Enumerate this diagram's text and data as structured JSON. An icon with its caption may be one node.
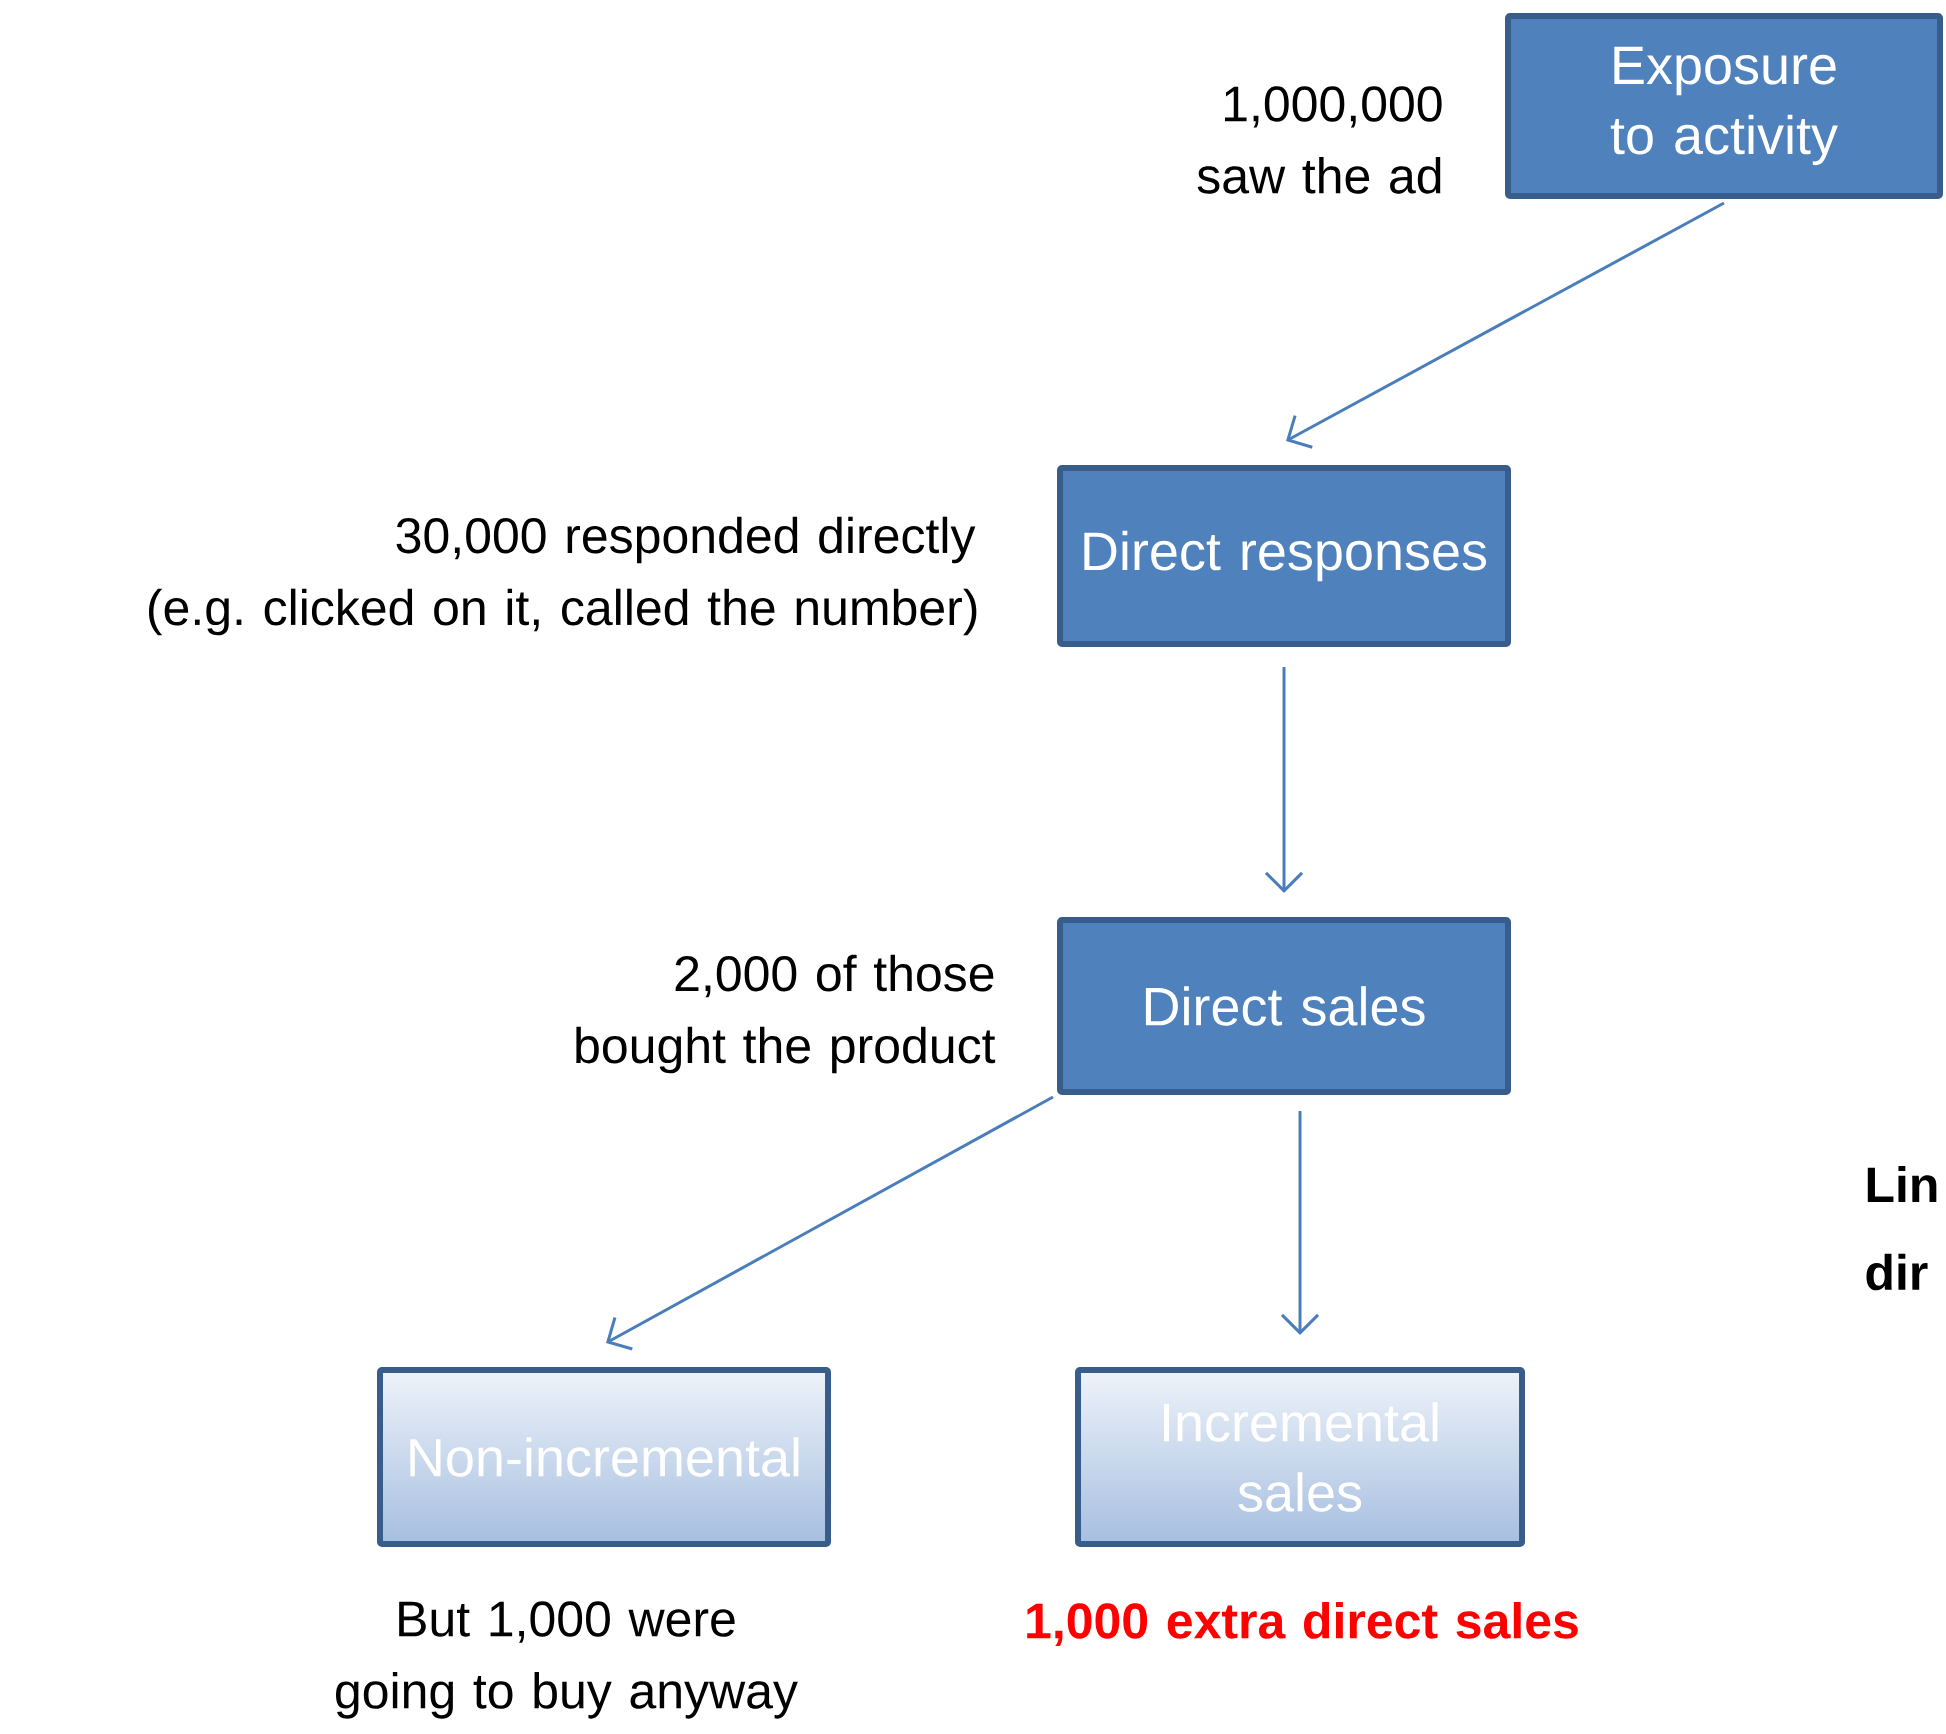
{
  "diagram": {
    "nodes": [
      {
        "text": [
          "Exposure to activity"
        ],
        "beside": [
          "1,000,000 saw the ad"
        ]
      },
      {
        "text": [
          "Direct responses"
        ],
        "beside": [
          "30,000 responded directly",
          "(e.g. clicked on it, called the number)"
        ]
      },
      {
        "text": [
          "Direct sales"
        ],
        "beside": [
          "2,000 of those bought the product"
        ]
      },
      {
        "text": [
          "Non-incremental"
        ],
        "beside": [
          "But 1,000 were going to buy anyway"
        ]
      },
      {
        "text": [
          "Incremental sales"
        ],
        "beside": [
          "1,000 extra direct sales"
        ]
      }
    ],
    "edges": [
      {
        "from": 0,
        "to": 1,
        "arrow": "to"
      },
      {
        "from": 1,
        "to": 2,
        "arrow": "to"
      },
      {
        "from": 2,
        "to": 3,
        "arrow": "to"
      },
      {
        "from": 2,
        "to": 4,
        "arrow": "to"
      }
    ],
    "labels": [
      "Lin",
      "dir"
    ]
  }
}
